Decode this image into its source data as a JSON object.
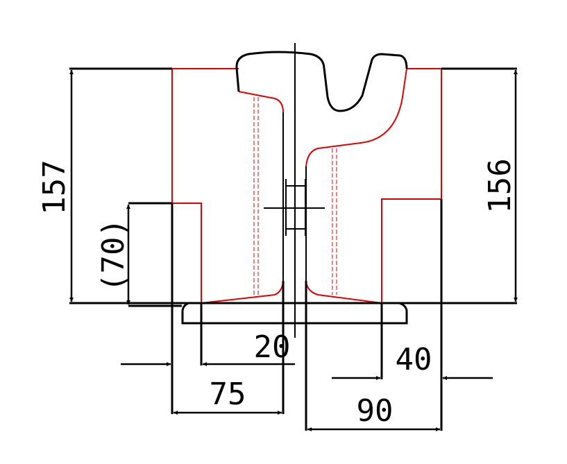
{
  "drawing": {
    "colors": {
      "outline": "#000000",
      "section": "#e00000",
      "background": "#ffffff"
    },
    "dimensions": {
      "left_height": "157",
      "left_sub_height": "(70)",
      "right_height": "156",
      "web_gap": "20",
      "right_offset": "40",
      "left_width": "75",
      "right_width": "90"
    }
  }
}
